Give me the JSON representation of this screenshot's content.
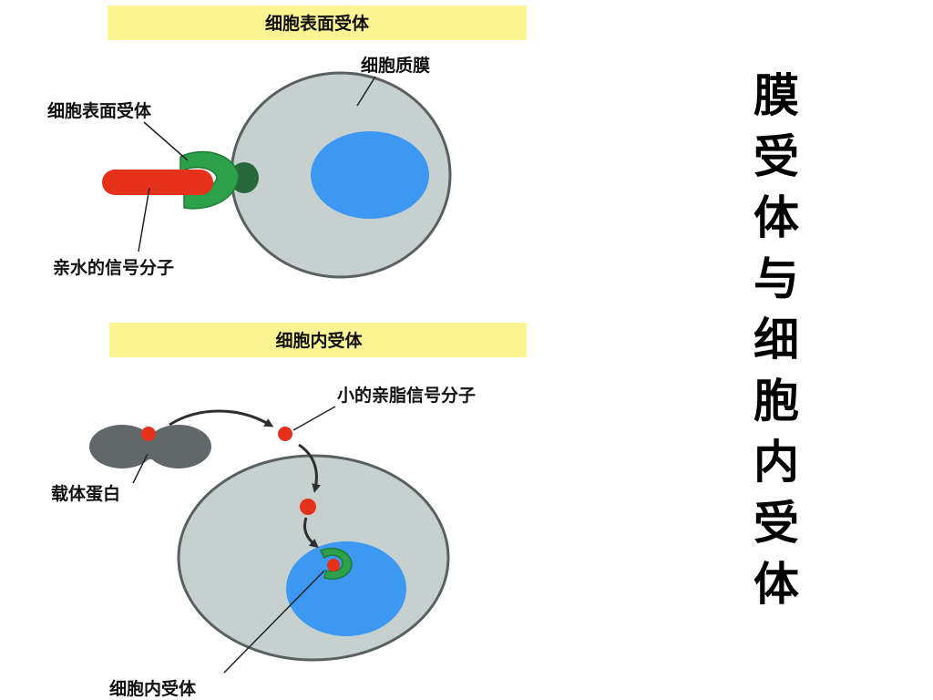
{
  "slide": {
    "side_title_chars": [
      "膜",
      "受",
      "体",
      "与",
      "细",
      "胞",
      "内",
      "受",
      "体"
    ]
  },
  "panel_top": {
    "banner": "细胞表面受体",
    "label_membrane": "细胞质膜",
    "label_receptor": "细胞表面受体",
    "label_signal": "亲水的信号分子"
  },
  "panel_bottom": {
    "banner": "细胞内受体",
    "label_signal": "小的亲脂信号分子",
    "label_carrier": "载体蛋白",
    "label_receptor": "细胞内受体"
  },
  "colors": {
    "banner": "#fdf593",
    "cell_body": "#c5d0cf",
    "cell_outline": "#5a6060",
    "nucleus": "#3d98f1",
    "receptor": "#2ca14a",
    "signal": "#e6321a",
    "carrier": "#62686a"
  }
}
